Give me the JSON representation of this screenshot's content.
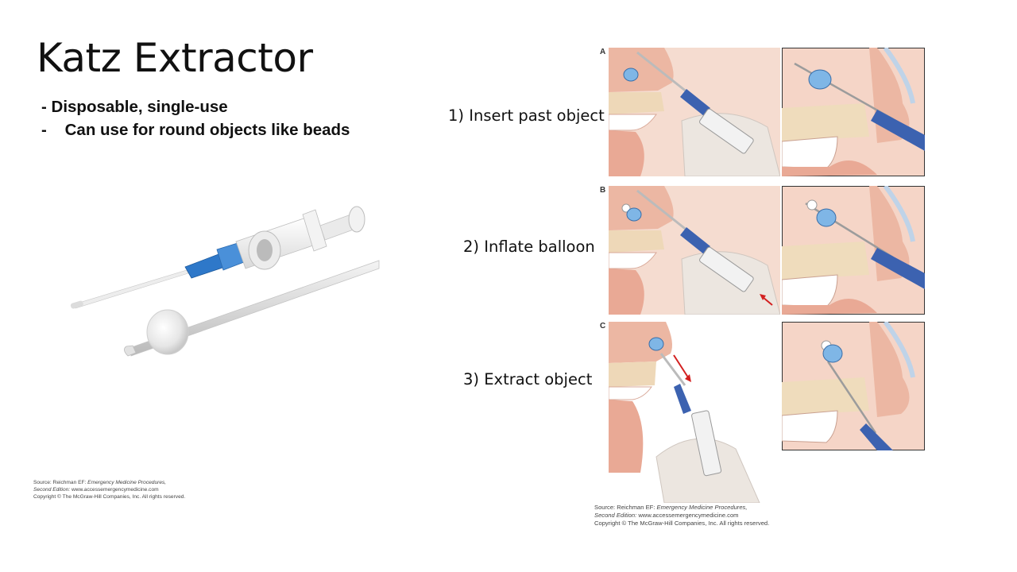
{
  "slide": {
    "title": "Katz Extractor",
    "bullets": {
      "b1": "- Disposable, single-use",
      "b2": "-    Can use for round objects like beads"
    },
    "steps": {
      "s1": "1) Insert past object",
      "s2": "2) Inflate balloon",
      "s3": "3) Extract object"
    },
    "panel_letters": {
      "a": "A",
      "b": "B",
      "c": "C"
    },
    "source_left": {
      "line1_prefix": "Source: Reichman EF: ",
      "line1_italic": "Emergency Medicine Procedures,",
      "line2_italic": "Second Edition:",
      "line2_rest": " www.accessemergencymedicine.com",
      "line3": "Copyright © The McGraw-Hill Companies, Inc. All rights reserved."
    },
    "source_right": {
      "line1_prefix": "Source: Reichman EF: ",
      "line1_italic": "Emergency Medicine Procedures,",
      "line2_italic": "Second Edition:",
      "line2_rest": " www.accessemergencymedicine.com",
      "line3": "Copyright © The McGraw-Hill Companies, Inc. All rights reserved."
    },
    "colors": {
      "skin": "#f2c7b4",
      "skin_dark": "#e9a995",
      "object_blue": "#7fb6e6",
      "hub_blue": "#3c62b0",
      "arrow_red": "#d32020",
      "frame": "#333333"
    }
  }
}
